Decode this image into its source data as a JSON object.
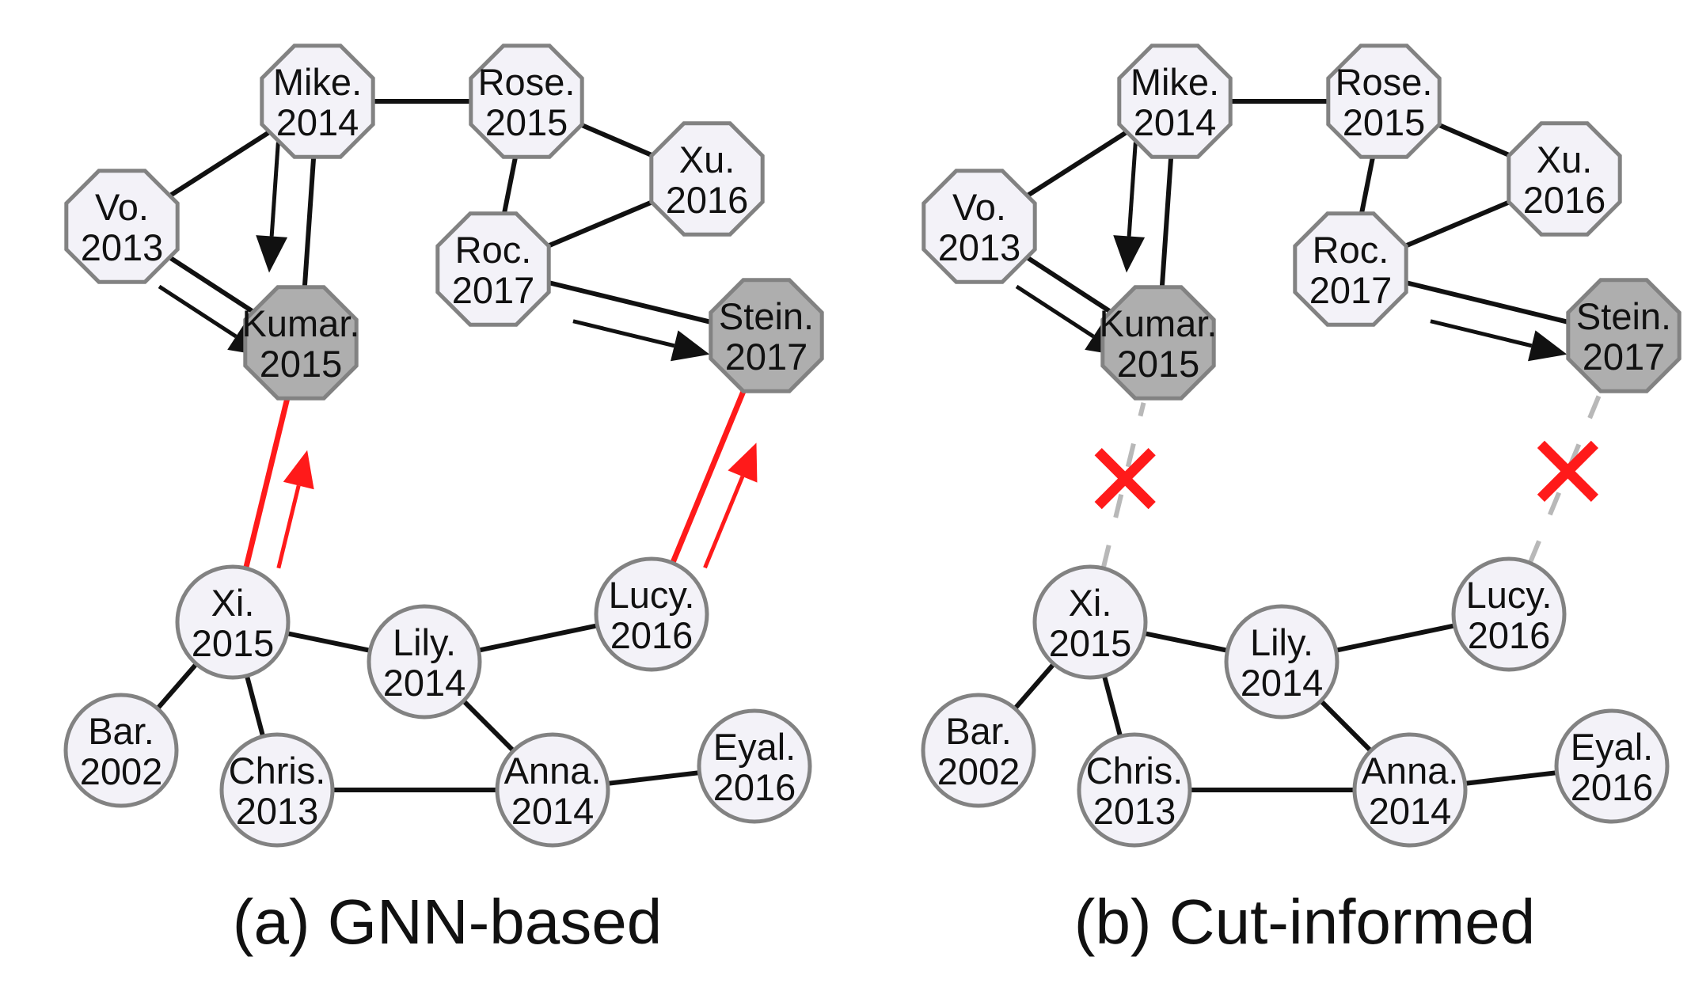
{
  "colors": {
    "node_fill": "#f3f2f8",
    "target_fill": "#aeaeae",
    "node_stroke": "#828282",
    "edge": "#111111",
    "leak_edge": "#ff1a1a",
    "cut_edge": "#b8b8b8",
    "cut_mark": "#ff1a1a"
  },
  "panels": [
    {
      "id": "gnn",
      "caption": "(a) GNN-based",
      "cut_links": false
    },
    {
      "id": "cut",
      "caption": "(b) Cut-informed",
      "cut_links": true
    }
  ],
  "nodes": [
    {
      "id": "mike",
      "shape": "octagon",
      "target": false,
      "line1": "Mike.",
      "line2": "2014"
    },
    {
      "id": "rose",
      "shape": "octagon",
      "target": false,
      "line1": "Rose.",
      "line2": "2015"
    },
    {
      "id": "vo",
      "shape": "octagon",
      "target": false,
      "line1": "Vo.",
      "line2": "2013"
    },
    {
      "id": "xu",
      "shape": "octagon",
      "target": false,
      "line1": "Xu.",
      "line2": "2016"
    },
    {
      "id": "roc",
      "shape": "octagon",
      "target": false,
      "line1": "Roc.",
      "line2": "2017"
    },
    {
      "id": "kumar",
      "shape": "octagon",
      "target": true,
      "line1": "Kumar.",
      "line2": "2015"
    },
    {
      "id": "stein",
      "shape": "octagon",
      "target": true,
      "line1": "Stein.",
      "line2": "2017"
    },
    {
      "id": "xi",
      "shape": "circle",
      "target": false,
      "line1": "Xi.",
      "line2": "2015"
    },
    {
      "id": "lily",
      "shape": "circle",
      "target": false,
      "line1": "Lily.",
      "line2": "2014"
    },
    {
      "id": "lucy",
      "shape": "circle",
      "target": false,
      "line1": "Lucy.",
      "line2": "2016"
    },
    {
      "id": "bar",
      "shape": "circle",
      "target": false,
      "line1": "Bar.",
      "line2": "2002"
    },
    {
      "id": "chris",
      "shape": "circle",
      "target": false,
      "line1": "Chris.",
      "line2": "2013"
    },
    {
      "id": "anna",
      "shape": "circle",
      "target": false,
      "line1": "Anna.",
      "line2": "2014"
    },
    {
      "id": "eyal",
      "shape": "circle",
      "target": false,
      "line1": "Eyal.",
      "line2": "2016"
    }
  ],
  "edges": [
    {
      "from": "mike",
      "to": "rose"
    },
    {
      "from": "mike",
      "to": "vo"
    },
    {
      "from": "mike",
      "to": "kumar"
    },
    {
      "from": "vo",
      "to": "kumar"
    },
    {
      "from": "rose",
      "to": "xu"
    },
    {
      "from": "rose",
      "to": "roc"
    },
    {
      "from": "xu",
      "to": "roc"
    },
    {
      "from": "roc",
      "to": "stein"
    },
    {
      "from": "xi",
      "to": "lily"
    },
    {
      "from": "xi",
      "to": "bar"
    },
    {
      "from": "xi",
      "to": "chris"
    },
    {
      "from": "lily",
      "to": "lucy"
    },
    {
      "from": "lily",
      "to": "anna"
    },
    {
      "from": "chris",
      "to": "anna"
    },
    {
      "from": "anna",
      "to": "eyal"
    }
  ],
  "message_flows": [
    {
      "from": "mike",
      "to": "kumar",
      "kind": "normal"
    },
    {
      "from": "vo",
      "to": "kumar",
      "kind": "normal"
    },
    {
      "from": "roc",
      "to": "stein",
      "kind": "normal"
    },
    {
      "from": "xi",
      "to": "kumar",
      "kind": "cross"
    },
    {
      "from": "lucy",
      "to": "stein",
      "kind": "cross"
    }
  ]
}
